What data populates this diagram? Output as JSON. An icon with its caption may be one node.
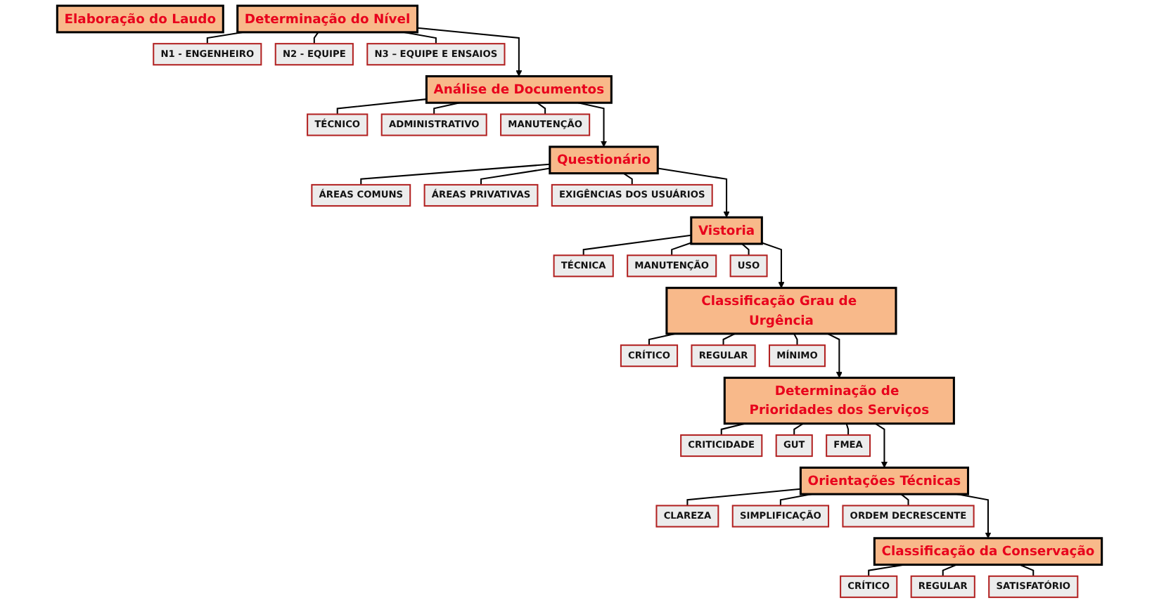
{
  "diagram": {
    "nodes": [
      {
        "text": [
          "Determinação do Nível"
        ]
      },
      {
        "text": [
          "N1 - ENGENHEIRO"
        ]
      },
      {
        "text": [
          "N2 - EQUIPE"
        ]
      },
      {
        "text": [
          "N3 – EQUIPE E ENSAIOS"
        ]
      },
      {
        "text": [
          "Análise de Documentos"
        ]
      },
      {
        "text": [
          "TÉCNICO"
        ]
      },
      {
        "text": [
          "ADMINISTRATIVO"
        ]
      },
      {
        "text": [
          "MANUTENÇÃO"
        ]
      },
      {
        "text": [
          "Questionário"
        ]
      },
      {
        "text": [
          "ÁREAS COMUNS"
        ]
      },
      {
        "text": [
          "ÁREAS PRIVATIVAS"
        ]
      },
      {
        "text": [
          "EXIGÊNCIAS DOS USUÁRIOS"
        ]
      },
      {
        "text": [
          "Vistoria"
        ]
      },
      {
        "text": [
          "TÉCNICA"
        ]
      },
      {
        "text": [
          "MANUTENÇÃO"
        ]
      },
      {
        "text": [
          "USO"
        ]
      },
      {
        "text": [
          "Classificação Grau de Urgência"
        ]
      },
      {
        "text": [
          "CRÍTICO"
        ]
      },
      {
        "text": [
          "REGULAR"
        ]
      },
      {
        "text": [
          "MÍNIMO"
        ]
      },
      {
        "text": [
          "Determinação de Prioridades dos Serviços"
        ]
      },
      {
        "text": [
          "CRITICIDADE"
        ]
      },
      {
        "text": [
          "GUT"
        ]
      },
      {
        "text": [
          "FMEA"
        ]
      },
      {
        "text": [
          "Orientações Técnicas"
        ]
      },
      {
        "text": [
          "CLAREZA"
        ]
      },
      {
        "text": [
          "SIMPLIFICAÇÃO"
        ]
      },
      {
        "text": [
          "ORDEM DECRESCENTE"
        ]
      },
      {
        "text": [
          "Classificação da Conservação"
        ]
      },
      {
        "text": [
          "CRÍTICO"
        ]
      },
      {
        "text": [
          "REGULAR"
        ]
      },
      {
        "text": [
          "SATISFATÓRIO"
        ]
      },
      {
        "text": [
          "Elaboração do Laudo"
        ]
      }
    ],
    "edges": [
      {
        "from": 0,
        "to": 1,
        "arrow": "none"
      },
      {
        "from": 0,
        "to": 2,
        "arrow": "none"
      },
      {
        "from": 0,
        "to": 3,
        "arrow": "none"
      },
      {
        "from": 0,
        "to": 4,
        "arrow": "to"
      },
      {
        "from": 4,
        "to": 5,
        "arrow": "none"
      },
      {
        "from": 4,
        "to": 6,
        "arrow": "none"
      },
      {
        "from": 4,
        "to": 7,
        "arrow": "none"
      },
      {
        "from": 4,
        "to": 8,
        "arrow": "to"
      },
      {
        "from": 8,
        "to": 9,
        "arrow": "none"
      },
      {
        "from": 8,
        "to": 10,
        "arrow": "none"
      },
      {
        "from": 8,
        "to": 11,
        "arrow": "none"
      },
      {
        "from": 8,
        "to": 12,
        "arrow": "to"
      },
      {
        "from": 12,
        "to": 13,
        "arrow": "none"
      },
      {
        "from": 12,
        "to": 14,
        "arrow": "none"
      },
      {
        "from": 12,
        "to": 15,
        "arrow": "none"
      },
      {
        "from": 12,
        "to": 16,
        "arrow": "to"
      },
      {
        "from": 16,
        "to": 17,
        "arrow": "none"
      },
      {
        "from": 16,
        "to": 18,
        "arrow": "none"
      },
      {
        "from": 16,
        "to": 19,
        "arrow": "none"
      },
      {
        "from": 16,
        "to": 20,
        "arrow": "to"
      },
      {
        "from": 20,
        "to": 21,
        "arrow": "none"
      },
      {
        "from": 20,
        "to": 22,
        "arrow": "none"
      },
      {
        "from": 20,
        "to": 23,
        "arrow": "none"
      },
      {
        "from": 20,
        "to": 24,
        "arrow": "to"
      },
      {
        "from": 24,
        "to": 25,
        "arrow": "none"
      },
      {
        "from": 24,
        "to": 26,
        "arrow": "none"
      },
      {
        "from": 24,
        "to": 27,
        "arrow": "none"
      },
      {
        "from": 24,
        "to": 28,
        "arrow": "to"
      },
      {
        "from": 28,
        "to": 29,
        "arrow": "none"
      },
      {
        "from": 28,
        "to": 30,
        "arrow": "none"
      },
      {
        "from": 28,
        "to": 31,
        "arrow": "none"
      }
    ]
  }
}
